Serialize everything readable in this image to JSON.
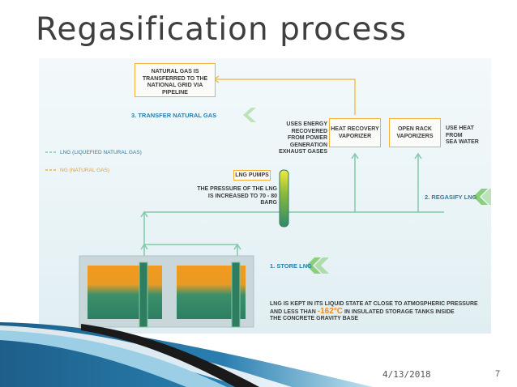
{
  "slide": {
    "title": "Regasification process",
    "date": "4/13/2018",
    "page": "7"
  },
  "diagram": {
    "grid_box": "NATURAL GAS IS TRANSFERRED TO THE NATIONAL GRID VIA PIPELINE",
    "grid_box_lines": [
      "NATURAL GAS IS",
      "TRANSFERRED TO THE",
      "NATIONAL GRID VIA PIPELINE"
    ],
    "step3": "3. TRANSFER NATURAL GAS",
    "energy_note_lines": [
      "USES ENERGY RECOVERED",
      "FROM POWER GENERATION",
      "EXHAUST GASES"
    ],
    "heat_recovery_lines": [
      "HEAT RECOVERY",
      "VAPORIZER"
    ],
    "open_rack_lines": [
      "OPEN RACK",
      "VAPORIZERS"
    ],
    "sea_water_lines": [
      "USE HEAT FROM",
      "SEA WATER"
    ],
    "legend_lng": "LNG (LIQUEFIED NATURAL GAS)",
    "legend_ng": "NG (NATURAL GAS)",
    "lng_pumps": "LNG PUMPS",
    "pressure_lines": [
      "THE PRESSURE OF THE LNG",
      "IS INCREASED TO 70 - 80 BARG"
    ],
    "step2": "2. REGASIFY LNG",
    "step1": "1. STORE LNG",
    "store_line1": "LNG IS KEPT IN ITS LIQUID STATE AT CLOSE TO ATMOSPHERIC PRESSURE",
    "store_line2_pre": "AND LESS THAN",
    "store_temp": "-162°C",
    "store_line2_post": "IN INSULATED STORAGE TANKS INSIDE",
    "store_line3": "THE CONCRETE GRAVITY BASE"
  },
  "colors": {
    "lng": "#3fae8c",
    "ng": "#f2b134",
    "step": "#2a7fa8",
    "tank_top": "#f39a1e",
    "tank_bottom": "#2f8a6a"
  }
}
